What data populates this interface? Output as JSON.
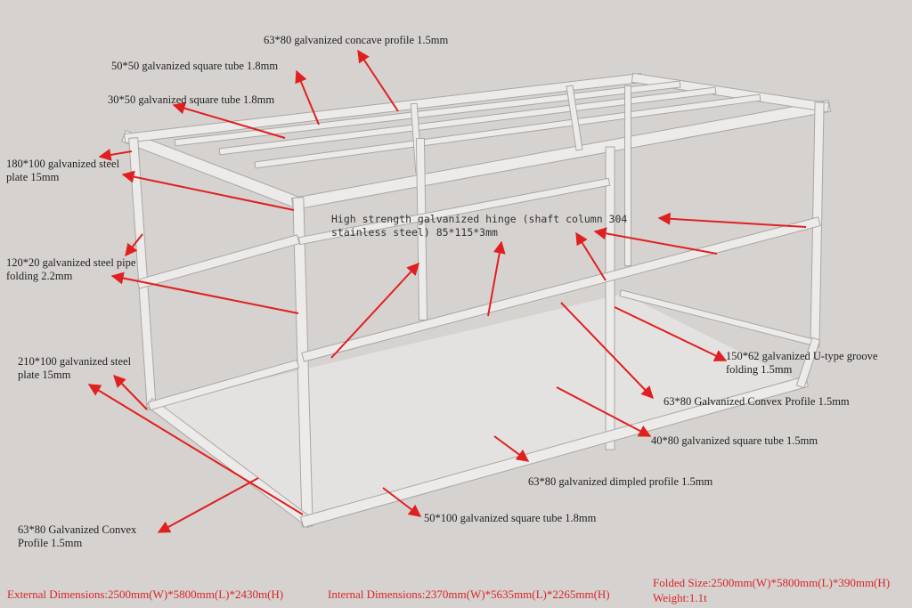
{
  "labels": {
    "concave": "63*80 galvanized concave profile 1.5mm",
    "tube_50x50": "50*50 galvanized square tube 1.8mm",
    "tube_30x50": "30*50 galvanized square tube 1.8mm",
    "plate_180_l1": "180*100 galvanized steel",
    "plate_180_l2": "plate 15mm",
    "pipe_120_l1": "120*20 galvanized steel pipe",
    "pipe_120_l2": "folding 2.2mm",
    "hinge_l1": "High strength galvanized hinge (shaft column 304",
    "hinge_l2": "stainless steel) 85*115*3mm",
    "plate_210_l1": "210*100 galvanized steel",
    "plate_210_l2": "plate 15mm",
    "u_groove_l1": "150*62 galvanized U-type groove",
    "u_groove_l2": "folding 1.5mm",
    "convex_right": "63*80 Galvanized Convex Profile 1.5mm",
    "tube_40x80": "40*80 galvanized square tube 1.5mm",
    "dimpled": "63*80 galvanized dimpled profile 1.5mm",
    "tube_50x100": "50*100 galvanized square tube 1.8mm",
    "convex_left_l1": "63*80 Galvanized Convex",
    "convex_left_l2": "Profile 1.5mm"
  },
  "specs": {
    "external": "External Dimensions:2500mm(W)*5800mm(L)*2430m(H)",
    "internal": "Internal Dimensions:2370mm(W)*5635mm(L)*2265mm(H)",
    "folded": "Folded Size:2500mm(W)*5800mm(L)*390mm(H)",
    "weight": "Weight:1.1t"
  },
  "colors": {
    "arrow": "#e02020",
    "spec_text": "#d8262a",
    "background": "#d6d2cf"
  }
}
